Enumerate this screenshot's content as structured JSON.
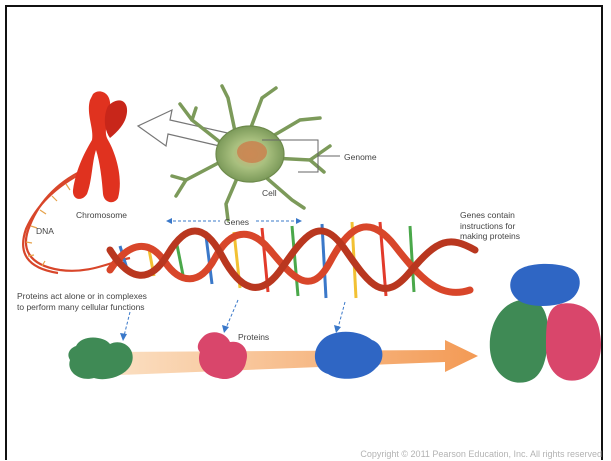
{
  "labels": {
    "genome": "Genome",
    "cell": "Cell",
    "chromosome": "Chromosome",
    "dna": "DNA",
    "genes": "Genes",
    "genes_contain": "Genes contain instructions for making proteins",
    "proteins_act": "Proteins act alone or in complexes to perform many cellular functions",
    "proteins": "Proteins"
  },
  "footer": {
    "copyright": "Copyright © 2011 Pearson Education, Inc. All rights reserved"
  },
  "colors": {
    "chromosome": "#e0321f",
    "cell": "#8fae6a",
    "dna_backbone": "#d8462a",
    "protein_green": "#3f8a55",
    "protein_pink": "#d9466b",
    "protein_blue": "#2f66c4",
    "arrow": "#f2a466"
  }
}
